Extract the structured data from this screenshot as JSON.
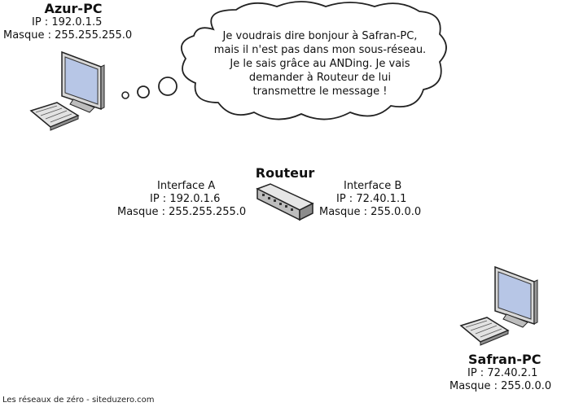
{
  "azur": {
    "name": "Azur-PC",
    "ip": "IP : 192.0.1.5",
    "mask": "Masque : 255.255.255.0"
  },
  "thought": {
    "lines": [
      "Je voudrais dire bonjour à Safran-PC,",
      "mais il n'est pas dans mon sous-réseau.",
      "Je le sais grâce au ANDing. Je vais",
      "demander à Routeur de lui",
      "transmettre le message !"
    ]
  },
  "router": {
    "name": "Routeur",
    "interface_a": {
      "title": "Interface A",
      "ip": "IP : 192.0.1.6",
      "mask": "Masque : 255.255.255.0"
    },
    "interface_b": {
      "title": "Interface B",
      "ip": "IP : 72.40.1.1",
      "mask": "Masque : 255.0.0.0"
    }
  },
  "safran": {
    "name": "Safran-PC",
    "ip": "IP : 72.40.2.1",
    "mask": "Masque : 255.0.0.0"
  },
  "footer": "Les réseaux de zéro - siteduzero.com",
  "colors": {
    "monitor_frame": "#d8d8d8",
    "screen": "#b7c6e6",
    "outline": "#222222",
    "router_body": "#cfcfcf"
  }
}
